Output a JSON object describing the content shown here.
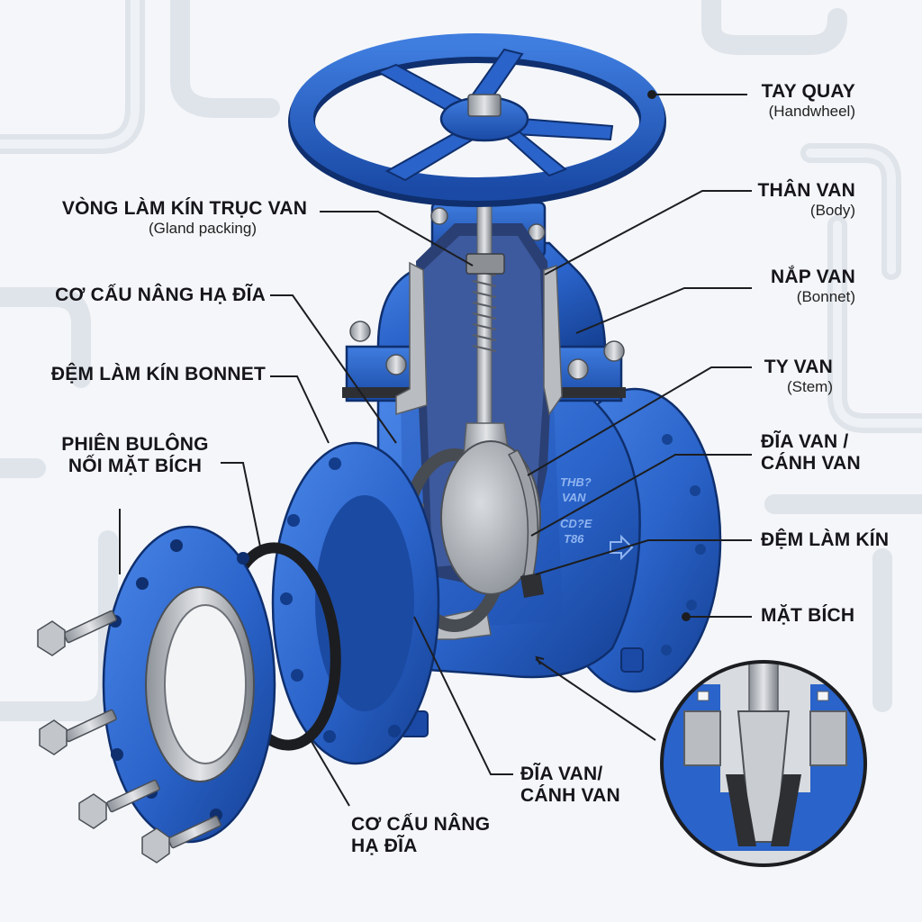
{
  "labels": {
    "handwheel": {
      "vi": "TAY QUAY",
      "en": "(Handwheel)"
    },
    "body": {
      "vi": "THÂN VAN",
      "en": "(Body)"
    },
    "bonnet": {
      "vi": "NẮP VAN",
      "en": "(Bonnet)"
    },
    "stem": {
      "vi": "TY VAN",
      "en": "(Stem)"
    },
    "disc_right": {
      "line1": "ĐĨA VAN /",
      "line2": "CÁNH VAN"
    },
    "seal": {
      "vi": "ĐỆM LÀM KÍN"
    },
    "flange": {
      "vi": "MẶT BÍCH"
    },
    "gland": {
      "vi": "VÒNG LÀM KÍN TRỤC VAN",
      "en": "(Gland packing)"
    },
    "lifting_left": {
      "vi": "CƠ CẤU NÂNG HẠ ĐĨA"
    },
    "bonnet_gasket": {
      "vi": "ĐỆM LÀM KÍN BONNET"
    },
    "flange_bolts": {
      "line1": "PHIÊN BULÔNG",
      "line2": "NỐI MẶT BÍCH"
    },
    "disc_bottom": {
      "line1": "ĐĨA VAN/",
      "line2": "CÁNH VAN"
    },
    "lifting_bottom": {
      "line1": "CƠ CẤU NÂNG",
      "line2": "HẠ ĐĨA"
    }
  },
  "body_marking": {
    "line1": "THB?",
    "line2": "VAN",
    "line3": "CD?E",
    "line4": "T86"
  },
  "colors": {
    "valve_blue": "#2a63c9",
    "valve_dark": "#123c8c",
    "steel": "#a9adb3",
    "background": "#f4f6f9"
  }
}
